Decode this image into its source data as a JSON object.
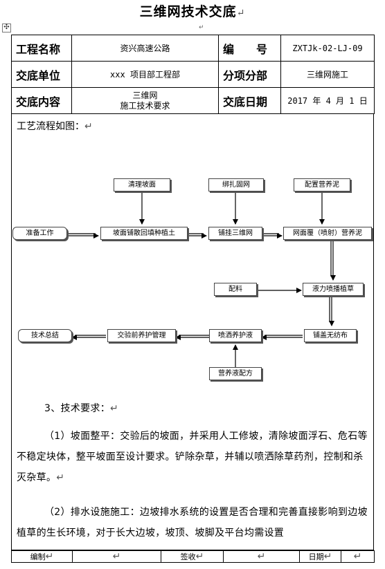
{
  "doc_title": "三维网技术交底",
  "paragraph_mark": "↵",
  "move_handle_glyph": "✣",
  "header": {
    "project_name_label": "工程名称",
    "project_name_value": "资兴高速公路",
    "code_label": "编　　号",
    "code_value": "ZXTJk-02-LJ-09",
    "unit_label": "交底单位",
    "unit_value": "xxx 项目部工程部",
    "sub_label": "分项分部",
    "sub_value": "三维网施工",
    "content_label": "交底内容",
    "content_value_1": "三维网",
    "content_value_2": "施工技术要求",
    "date_label": "交底日期",
    "date_value": "2017 年 4 月 1 日"
  },
  "process_title": "工艺流程如图：",
  "flow_nodes": {
    "prep": "准备工作",
    "clean": "清理坡面",
    "bind": "绑扎固网",
    "mix_mud": "配置营养泥",
    "slope_fill": "坡面铺散回填种植土",
    "lay_net": "铺挂三维网",
    "cover": "网面覆（喷射）营养泥",
    "ingredients": "配料",
    "hydro": "液力喷播植草",
    "summary": "技术总结",
    "handover": "交验前养护管理",
    "spray": "喷洒养护液",
    "nonwoven": "铺盖无纺布",
    "nutrient": "营养液配方"
  },
  "section_heading": "3、技术要求：",
  "para1": "（1）坡面整平：交验后的坡面，并采用人工修坡，清除坡面浮石、危石等不稳定块体，整平坡面至设计要求。铲除杂草，并辅以喷洒除草药剂，控制和杀灭杂草。",
  "para2": "（2）排水设施施工：边坡排水系统的设置是否合理和完善直接影响到边坡植草的生长环境，对于长大边坡，坡顶、坡脚及平台均需设置",
  "footer": {
    "compile_label": "编制",
    "sign_label": "签收",
    "date_label": "日期"
  }
}
